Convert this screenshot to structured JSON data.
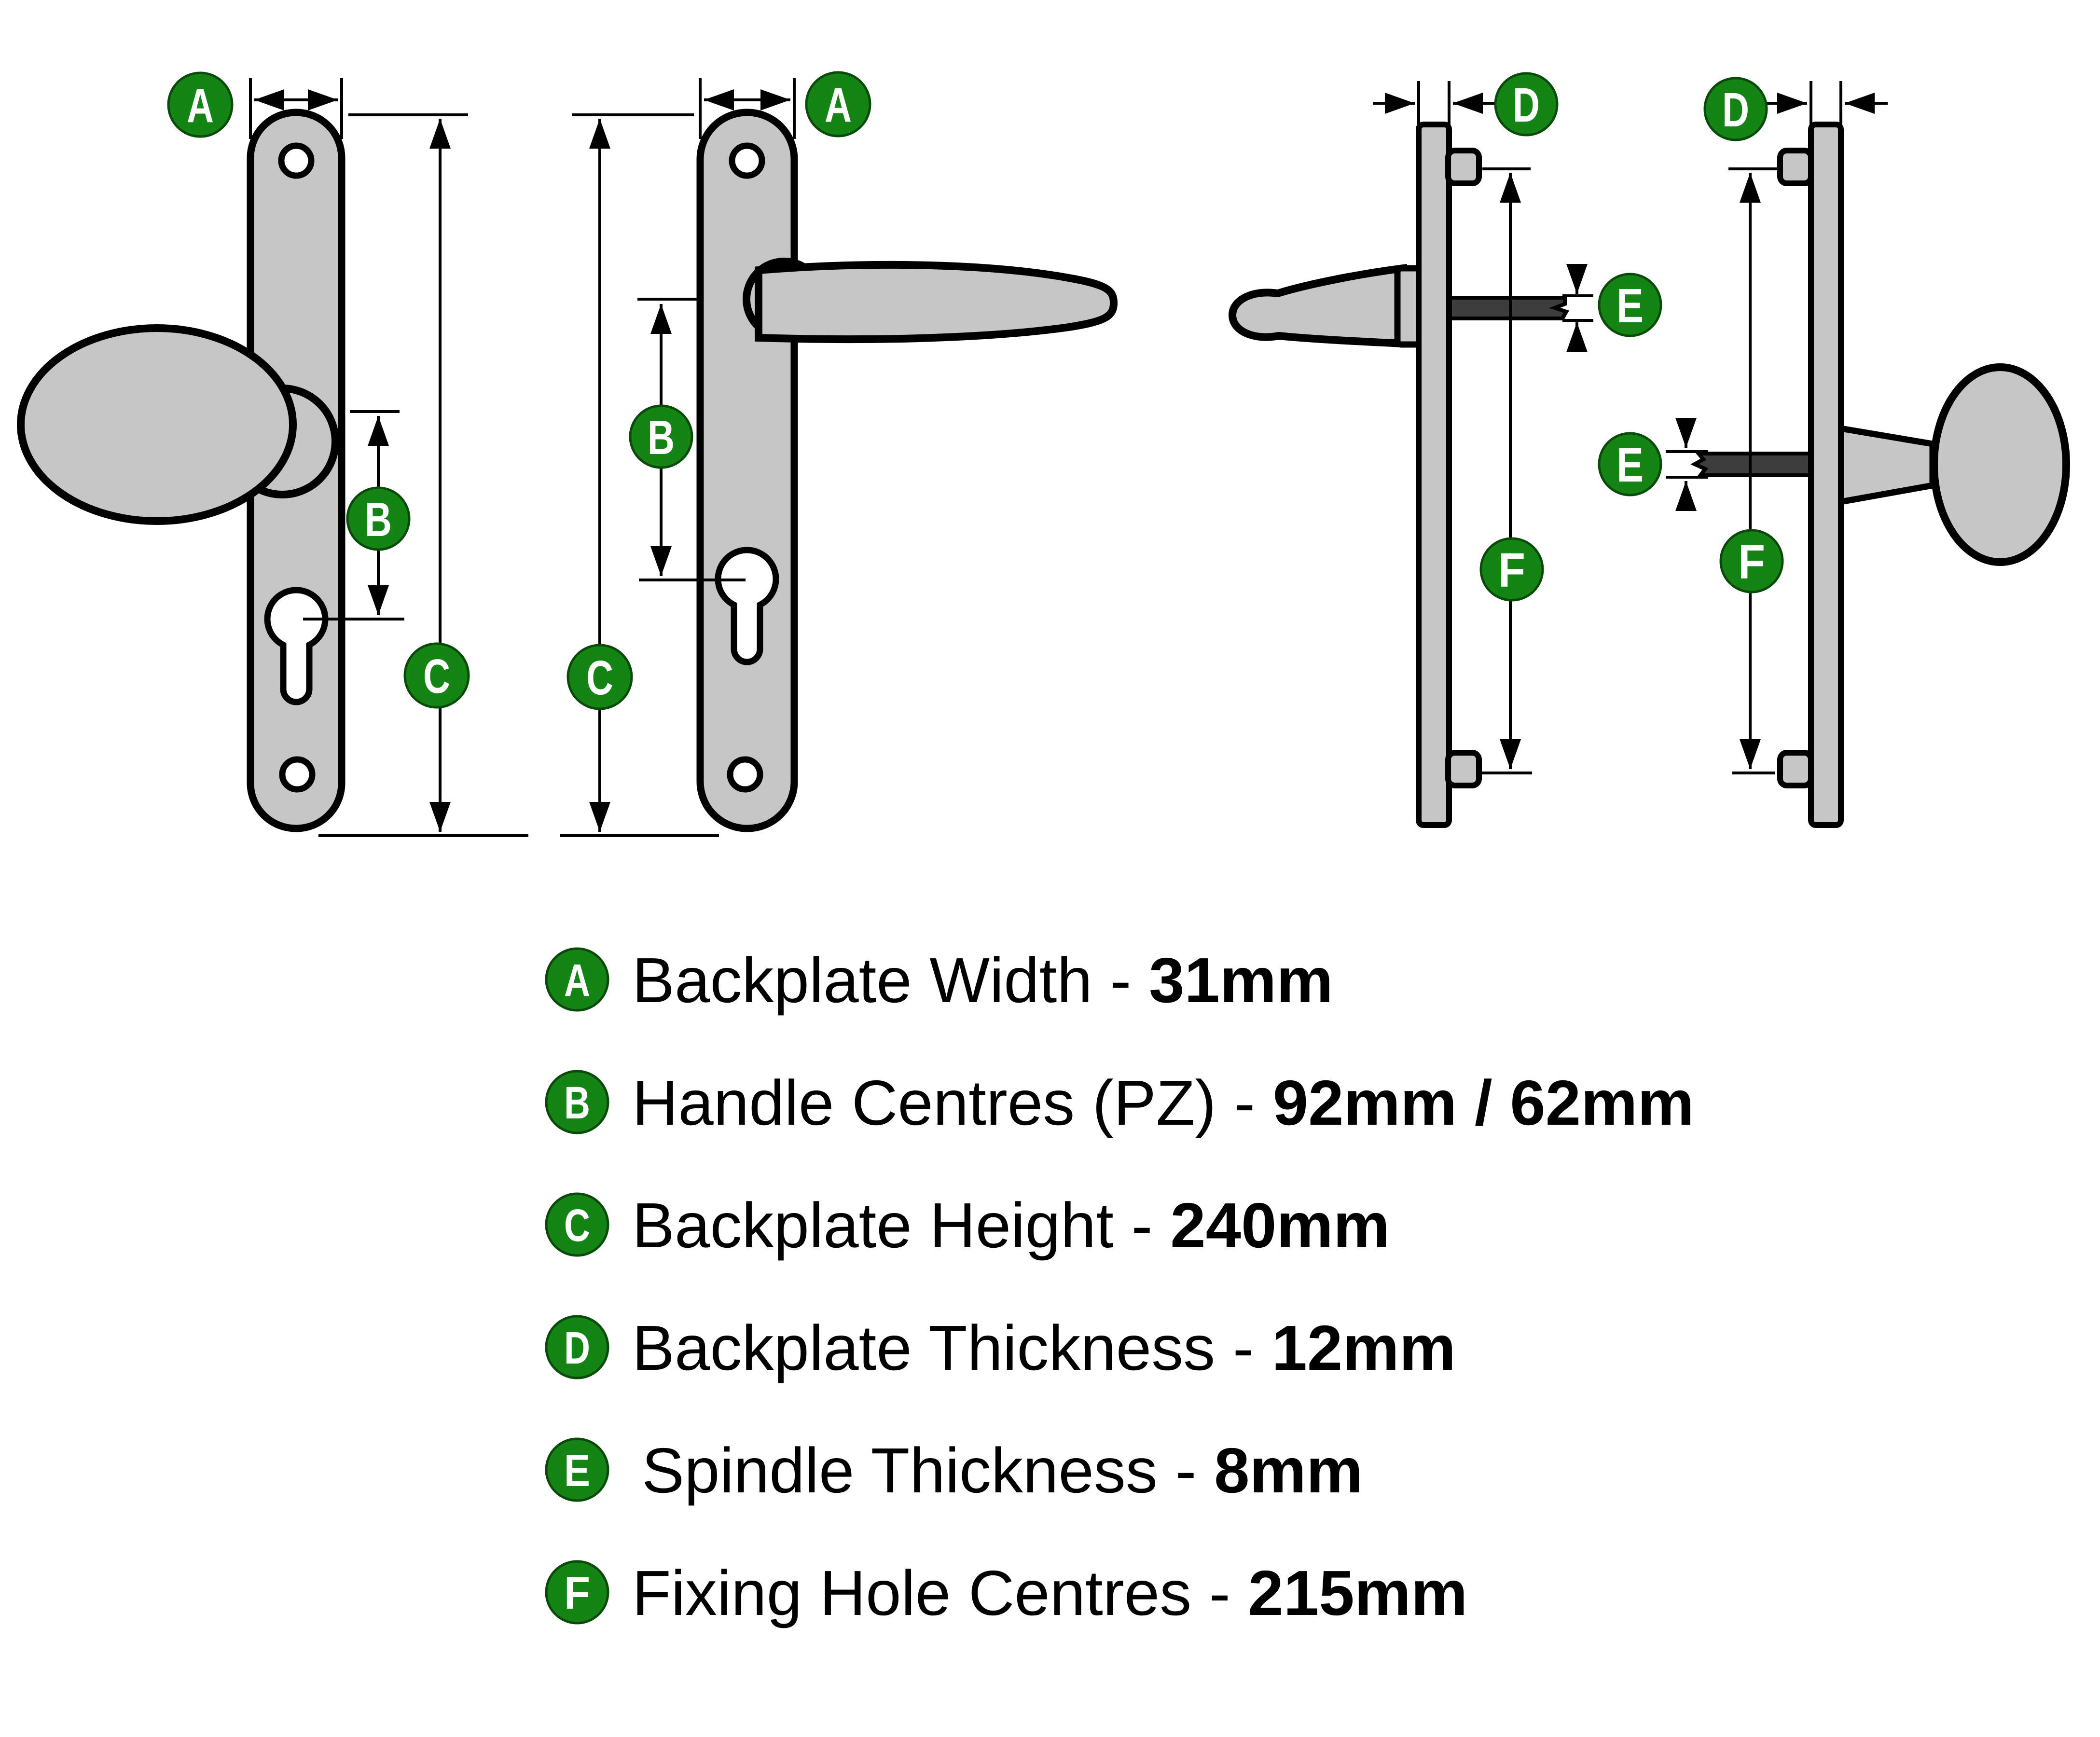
{
  "title": "Door handle dimensions diagram",
  "colors": {
    "green": "#148414",
    "green_border": "#0a4a0a",
    "plate_grey": "#c6c6c6",
    "outline": "#000000",
    "spindle_dark": "#3d3d3d"
  },
  "markers": {
    "a": "A",
    "b": "B",
    "c": "C",
    "d": "D",
    "e": "E",
    "f": "F"
  },
  "legend": {
    "rows": [
      {
        "letter": "A",
        "label": "Backplate Width - ",
        "value": "31mm"
      },
      {
        "letter": "B",
        "label": "Handle Centres (PZ) - ",
        "value": "92mm / 62mm"
      },
      {
        "letter": "C",
        "label": "Backplate Height - ",
        "value": "240mm"
      },
      {
        "letter": "D",
        "label": "Backplate Thickness - ",
        "value": "12mm"
      },
      {
        "letter": "E",
        "label": "Spindle Thickness - ",
        "value": "8mm"
      },
      {
        "letter": "F",
        "label": "Fixing Hole Centres - ",
        "value": "215mm"
      }
    ]
  }
}
